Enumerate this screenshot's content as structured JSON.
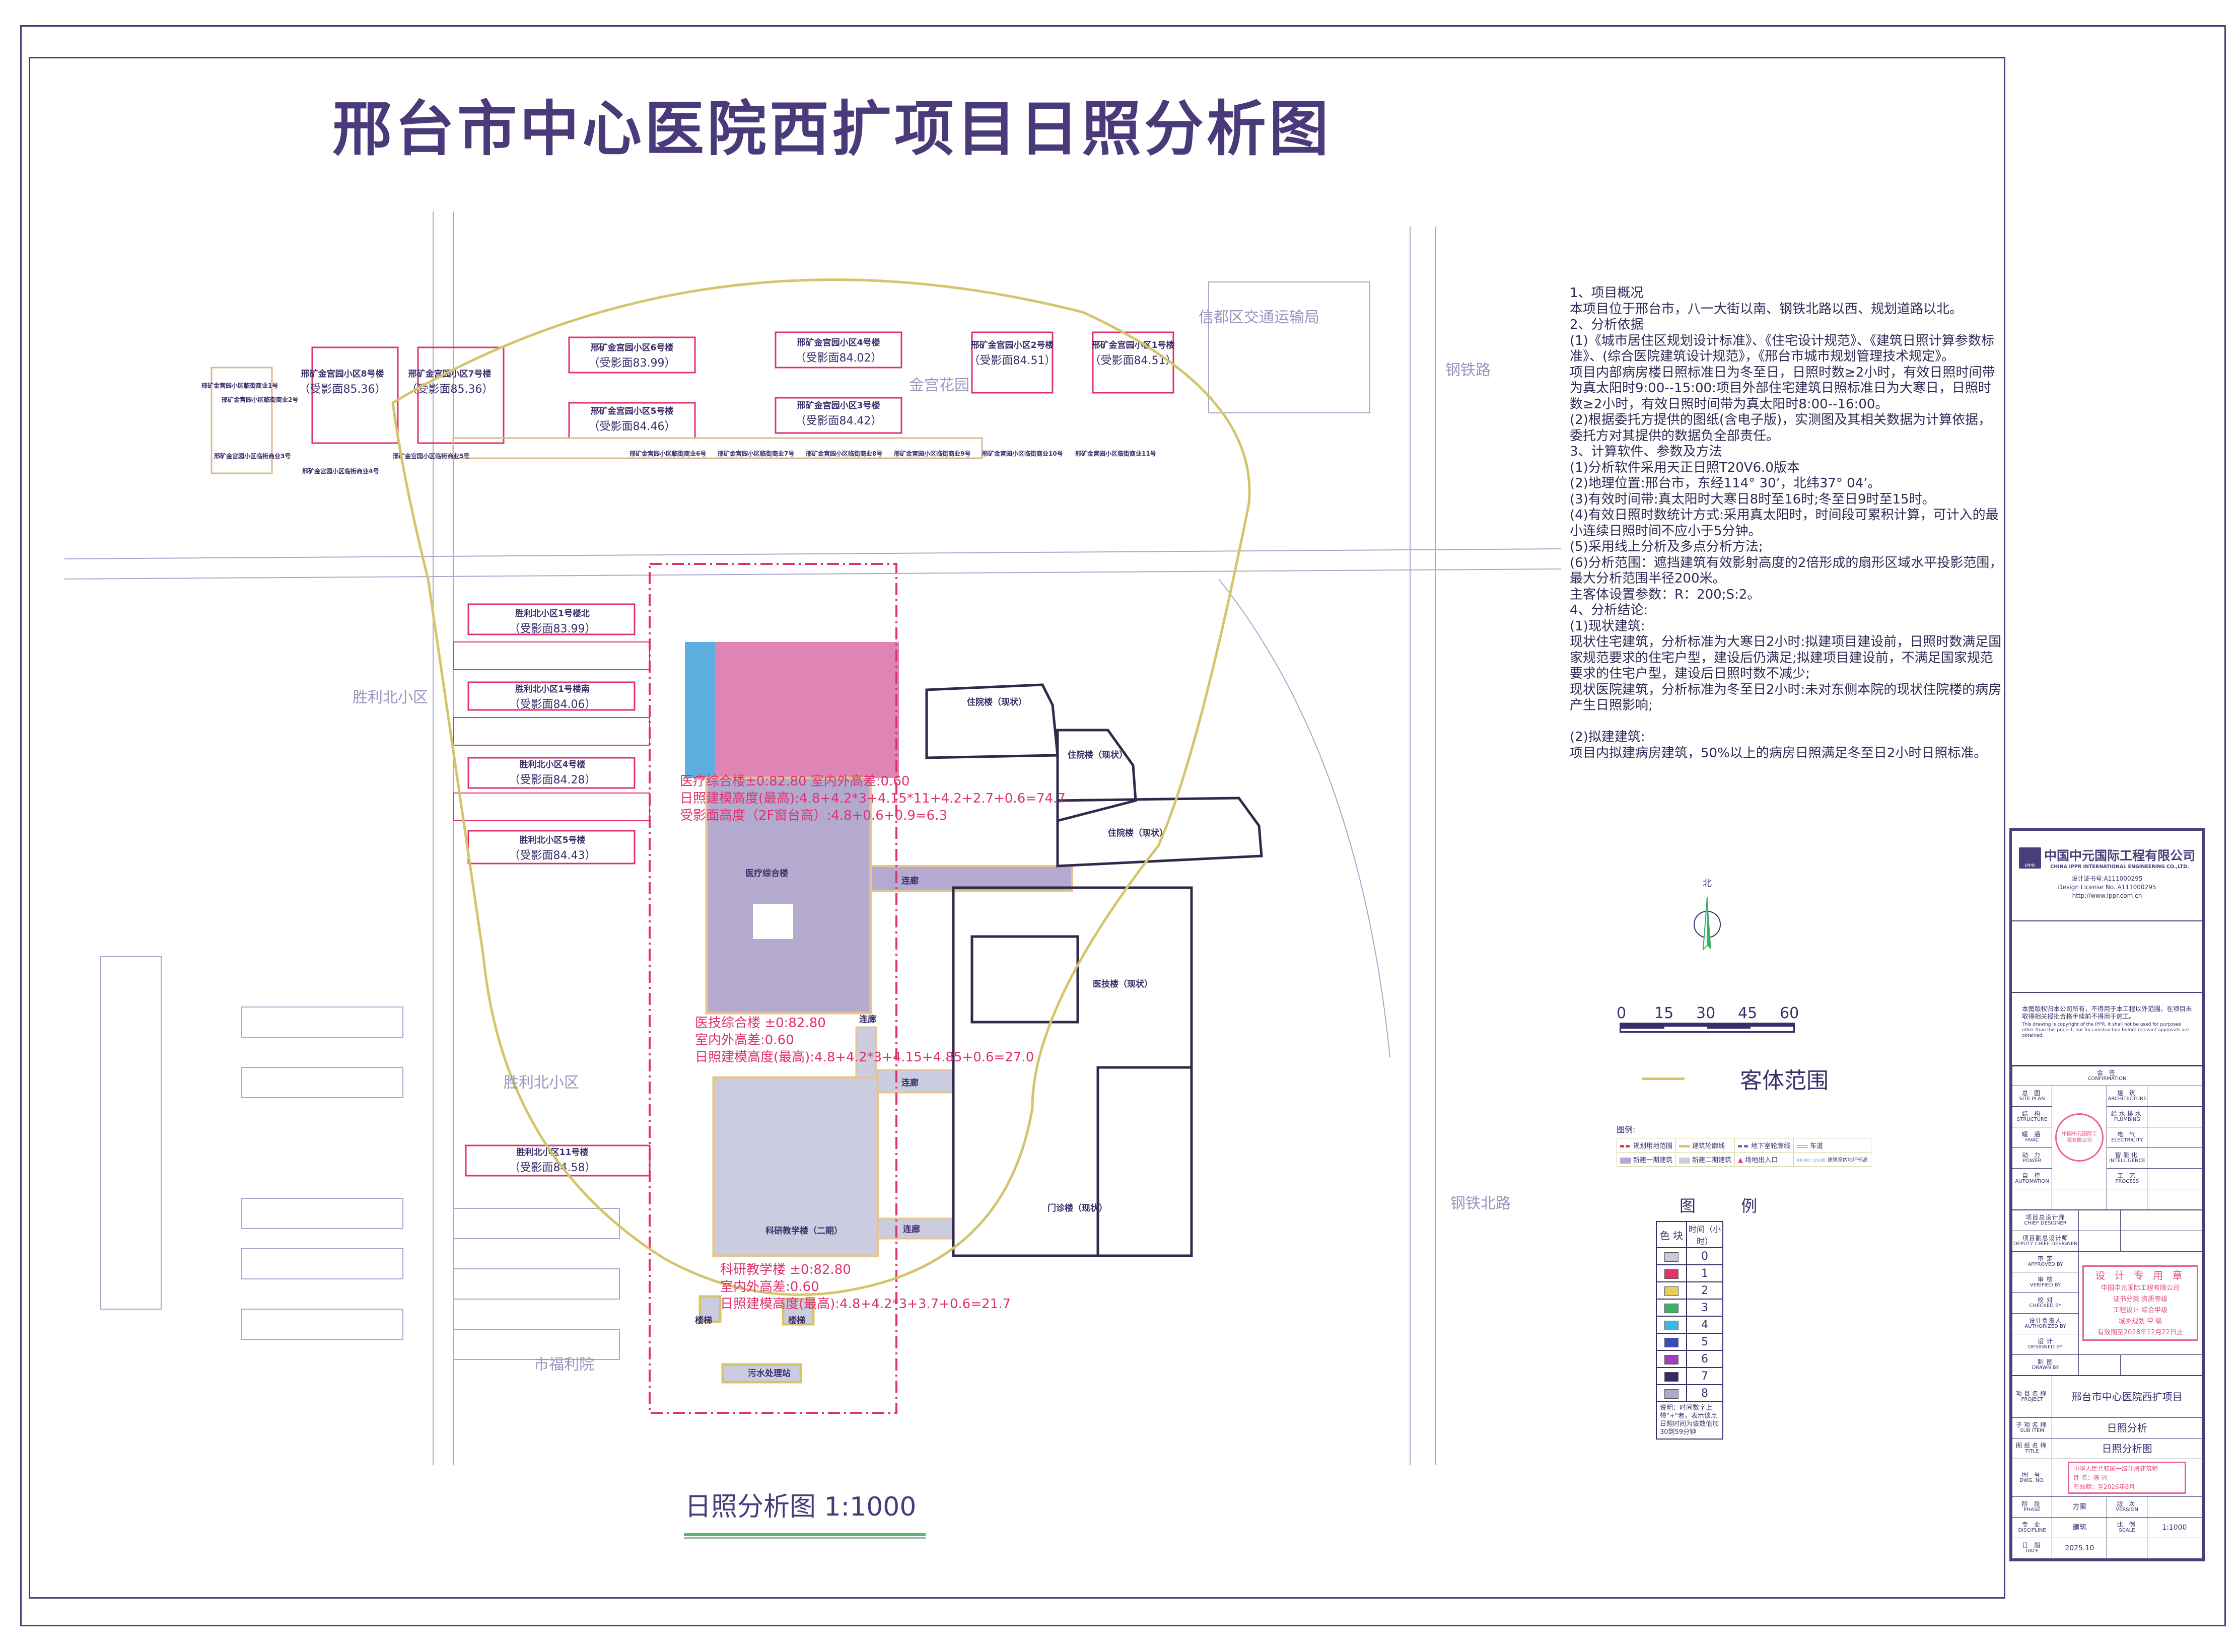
{
  "title": "邢台市中心医院西扩项目日照分析图",
  "caption": "日照分析图 1:1000",
  "site_plan": {
    "north_residential": [
      {
        "name": "邢矿金宫园小区8号楼",
        "face": "（受影面85.36）"
      },
      {
        "name": "邢矿金宫园小区7号楼",
        "face": "（受影面85.36）"
      },
      {
        "name": "邢矿金宫园小区6号楼",
        "face": "（受影面83.99）"
      },
      {
        "name": "邢矿金宫园小区5号楼",
        "face": "（受影面84.46）"
      },
      {
        "name": "邢矿金宫园小区4号楼",
        "face": "（受影面84.02）"
      },
      {
        "name": "邢矿金宫园小区3号楼",
        "face": "（受影面84.42）"
      },
      {
        "name": "邢矿金宫园小区2号楼",
        "face": "（受影面84.51）"
      },
      {
        "name": "邢矿金宫园小区1号楼",
        "face": "（受影面84.51）"
      }
    ],
    "commercial": [
      "邢矿金宫园小区临街商业1号",
      "邢矿金宫园小区临街商业2号",
      "邢矿金宫园小区临街商业3号",
      "邢矿金宫园小区临街商业4号",
      "邢矿金宫园小区临街商业5号",
      "邢矿金宫园小区临街商业6号",
      "邢矿金宫园小区临街商业7号",
      "邢矿金宫园小区临街商业8号",
      "邢矿金宫园小区临街商业9号",
      "邢矿金宫园小区临街商业10号",
      "邢矿金宫园小区临街商业11号"
    ],
    "west_residential": [
      {
        "name": "胜利北小区1号楼北",
        "face": "（受影面83.99）"
      },
      {
        "name": "胜利北小区1号楼南",
        "face": "（受影面84.06）"
      },
      {
        "name": "胜利北小区4号楼",
        "face": "（受影面84.28）"
      },
      {
        "name": "胜利北小区5号楼",
        "face": "（受影面84.43）"
      },
      {
        "name": "胜利北小区11号楼",
        "face": "（受影面84.58）"
      }
    ],
    "place_names": {
      "traffic_bureau": "信都区交通运输局",
      "gangtie_road": "钢铁路",
      "gangtie_north": "钢铁北路",
      "jingong_garden": "金宫花园",
      "shengli_north": "胜利北小区",
      "shengli_north_2": "胜利北小区",
      "welfare_home": "市福利院"
    },
    "existing": {
      "inpatient": "住院楼（现状）",
      "medtech": "医技楼（现状）",
      "outpatient": "门诊楼（现状）"
    },
    "proposed": {
      "medical_complex": {
        "label": "医疗综合楼",
        "line1": "医疗综合楼±0:82.80 室内外高差:0.60",
        "line2": "日照建模高度(最高):4.8+4.2*3+4.15*11+4.2+2.7+0.6=74.7",
        "line3": "受影面高度（2F窗台高）:4.8+0.6+0.9=6.3"
      },
      "medtech_complex": {
        "line1": "医技综合楼 ±0:82.80",
        "line2": "室内外高差:0.60",
        "line3": "日照建模高度(最高):4.8+4.2*3+4.15+4.85+0.6=27.0"
      },
      "research": {
        "label": "科研教学楼（二期）",
        "line1": "科研教学楼 ±0:82.80",
        "line2": "室内外高差:0.60",
        "line3": "日照建模高度(最高):4.8+4.2*3+3.7+0.6=21.7"
      },
      "corridor": "连廊",
      "stair": "楼梯",
      "sewage": "污水处理站"
    }
  },
  "notes": [
    "1、项目概况",
    "本项目位于邢台市，八一大街以南、钢铁北路以西、规划道路以北。",
    "2、分析依据",
    "(1)《城市居住区规划设计标准》、《住宅设计规范》、《建筑日照计算参数标准》、(综合医院建筑设计规范》，《邢台市城市规划管理技术规定》。",
    "项目内部病房楼日照标准日为冬至日，日照时数≥2小时，有效日照时间带为真太阳时9:00--15:00:项目外部住宅建筑日照标准日为大寒日，日照时数≥2小时，有效日照时间带为真太阳时8:00--16:00。",
    "(2)根据委托方提供的图纸(含电子版)，实测图及其相关数据为计算依据，委托方对其提供的数据负全部责任。",
    "3、计算软件、参数及方法",
    "(1)分析软件采用天正日照T20V6.0版本",
    "(2)地理位置:邢台市，东经114° 30’，北纬37° 04’。",
    "(3)有效时间带:真太阳时大寒日8时至16时;冬至日9时至15时。",
    "(4)有效日照时数统计方式:采用真太阳时，时间段可累积计算，可计入的最小连续日照时间不应小于5分钟。",
    "(5)采用线上分析及多点分析方法;",
    "(6)分析范围：遮挡建筑有效影射高度的2倍形成的扇形区域水平投影范围，最大分析范围半径200米。",
    "主客体设置参数：R：200;S:2。",
    "4、分析结论:",
    "(1)现状建筑:",
    "现状住宅建筑，分析标准为大寒日2小时:拟建项目建设前，日照时数满足国家规范要求的住宅户型，建设后仍满足;拟建项目建设前，不满足国家规范要求的住宅户型，建设后日照时数不减少;",
    "现状医院建筑，分析标准为冬至日2小时:未对东侧本院的现状住院楼的病房产生日照影响;",
    "",
    "(2)拟建建筑:",
    "项目内拟建病房建筑，50%以上的病房日照满足冬至日2小时日照标准。"
  ],
  "north_arrow": {
    "label": "北",
    "icon": "north-arrow-icon"
  },
  "scale_bar": {
    "ticks": [
      "0",
      "15",
      "30",
      "45",
      "60"
    ]
  },
  "object_range_legend": {
    "label": "客体范围",
    "color": "#d4c46a"
  },
  "map_legend": {
    "title": "图例:",
    "items": [
      {
        "label": "规划用地范围",
        "color": "#e0306e",
        "style": "dash-dot"
      },
      {
        "label": "建筑轮廓线",
        "color": "#d4c46a",
        "style": "solid"
      },
      {
        "label": "地下室轮廓线",
        "color": "#4a7ac8",
        "style": "dash"
      },
      {
        "label": "车道",
        "color": "#d4c46a",
        "style": "double"
      },
      {
        "label": "新建一期建筑",
        "color": "#b4aad0",
        "style": "fill"
      },
      {
        "label": "新建二期建筑",
        "color": "#cccce0",
        "style": "fill"
      },
      {
        "label": "场地出入口",
        "color": "#e0308a",
        "style": "triangle"
      },
      {
        "label": "建筑室内地坪标高",
        "color": "#4a8ad0",
        "style": "elevation",
        "sample": "XX.XX / ±0.00"
      }
    ]
  },
  "sunlight_legend": {
    "title": "图 例",
    "headers": [
      "色 块",
      "时间（小时）"
    ],
    "rows": [
      {
        "hours": "0",
        "color": "#c9c8dc"
      },
      {
        "hours": "1",
        "color": "#e8306e"
      },
      {
        "hours": "2",
        "color": "#e8cc50"
      },
      {
        "hours": "3",
        "color": "#3fae6a"
      },
      {
        "hours": "4",
        "color": "#3ab8e8"
      },
      {
        "hours": "5",
        "color": "#3a4ab8"
      },
      {
        "hours": "6",
        "color": "#a43cc0"
      },
      {
        "hours": "7",
        "color": "#3a2a6a"
      },
      {
        "hours": "8",
        "color": "#b0a8d0"
      }
    ],
    "note": "说明：时间数字上带\"+\"者，表示该点日照时间为该数值加30到59分钟"
  },
  "title_block": {
    "company_cn": "中国中元国际工程有限公司",
    "company_en": "CHINA IPPR INTERNATIONAL ENGINEERING CO.,LTD.",
    "logo_text": "IPPR",
    "license_cn": "设计证书号:A111000295",
    "license_en": "Design License No.  A111000295",
    "url": "http://www.ippr.com.cn",
    "copyright_cn": "本图版权归本公司所有，不得用于本工程以外范围。在项目未取得相关报批合格手续前不得用于施工。",
    "copyright_en": "This drawing is copyright of the IPPR. It shall not be used for purposes other than this project, nor for construction before relevant approvals are obtained.",
    "confirmation": {
      "cn": "会 签",
      "en": "CONFIRMATION"
    },
    "disciplines": [
      {
        "cn": "总 图",
        "en": "SITE PLAN"
      },
      {
        "cn": "建 筑",
        "en": "ARCHITECTURE"
      },
      {
        "cn": "结 构",
        "en": "STRUCTURE"
      },
      {
        "cn": "给水排水",
        "en": "PLUMBING"
      },
      {
        "cn": "暖 通",
        "en": "HVAC"
      },
      {
        "cn": "电 气",
        "en": "ELECTRICITY"
      },
      {
        "cn": "动 力",
        "en": "POWER"
      },
      {
        "cn": "智能化",
        "en": "INTELLIGENCE"
      },
      {
        "cn": "自 控",
        "en": "AUTOMATION"
      },
      {
        "cn": "工 艺",
        "en": "PROCESS"
      }
    ],
    "roles": [
      {
        "cn": "项目总设计师",
        "en": "CHIEF DESIGNER"
      },
      {
        "cn": "项目副总设计师",
        "en": "DEPUTY CHIEF DESIGNER"
      },
      {
        "cn": "审 定",
        "en": "APPROVED BY"
      },
      {
        "cn": "审 核",
        "en": "VERIFIED BY"
      },
      {
        "cn": "校 对",
        "en": "CHECKED BY"
      },
      {
        "cn": "设计负责人",
        "en": "AUTHORIZED BY"
      },
      {
        "cn": "设 计",
        "en": "DESIGNED BY"
      },
      {
        "cn": "制 图",
        "en": "DRAWN BY"
      }
    ],
    "project": {
      "cn": "项目名称",
      "en": "PROJECT",
      "value": "邢台市中心医院西扩项目"
    },
    "sub_item": {
      "cn": "子项名称",
      "en": "SUB ITEM",
      "value": "日照分析"
    },
    "drawing_title": {
      "cn": "图纸名称",
      "en": "TITLE",
      "value": "日照分析图"
    },
    "dwg_no": {
      "cn": "图 号",
      "en": "DWG. NO.",
      "value": ""
    },
    "phase": {
      "cn": "阶 段",
      "en": "PHASE",
      "value": "方案"
    },
    "version": {
      "cn": "版 次",
      "en": "VERSION",
      "value": ""
    },
    "discipline": {
      "cn": "专 业",
      "en": "DISCIPLINE",
      "value": "建筑"
    },
    "scale": {
      "cn": "比 例",
      "en": "SCALE",
      "value": "1:1000"
    },
    "date": {
      "cn": "日 期",
      "en": "DATE",
      "value": "2025.10"
    },
    "stamps": {
      "company_seal": "中国中元国际工程有限公司",
      "design_seal_title": "设 计 专 用 章",
      "design_seal_company": "中国中元国际工程有限公司",
      "design_seal_rows": [
        "证书分类 资质等级",
        "工程设计 综合甲级",
        "城乡规划 甲 级"
      ],
      "design_seal_valid": "有效期至2028年12月22日止",
      "architect_seal_title": "中华人民共和国一级注册建筑师",
      "architect_seal_name": "姓 名：陈 兴",
      "architect_seal_valid": "有效期：至2026年8月"
    }
  }
}
